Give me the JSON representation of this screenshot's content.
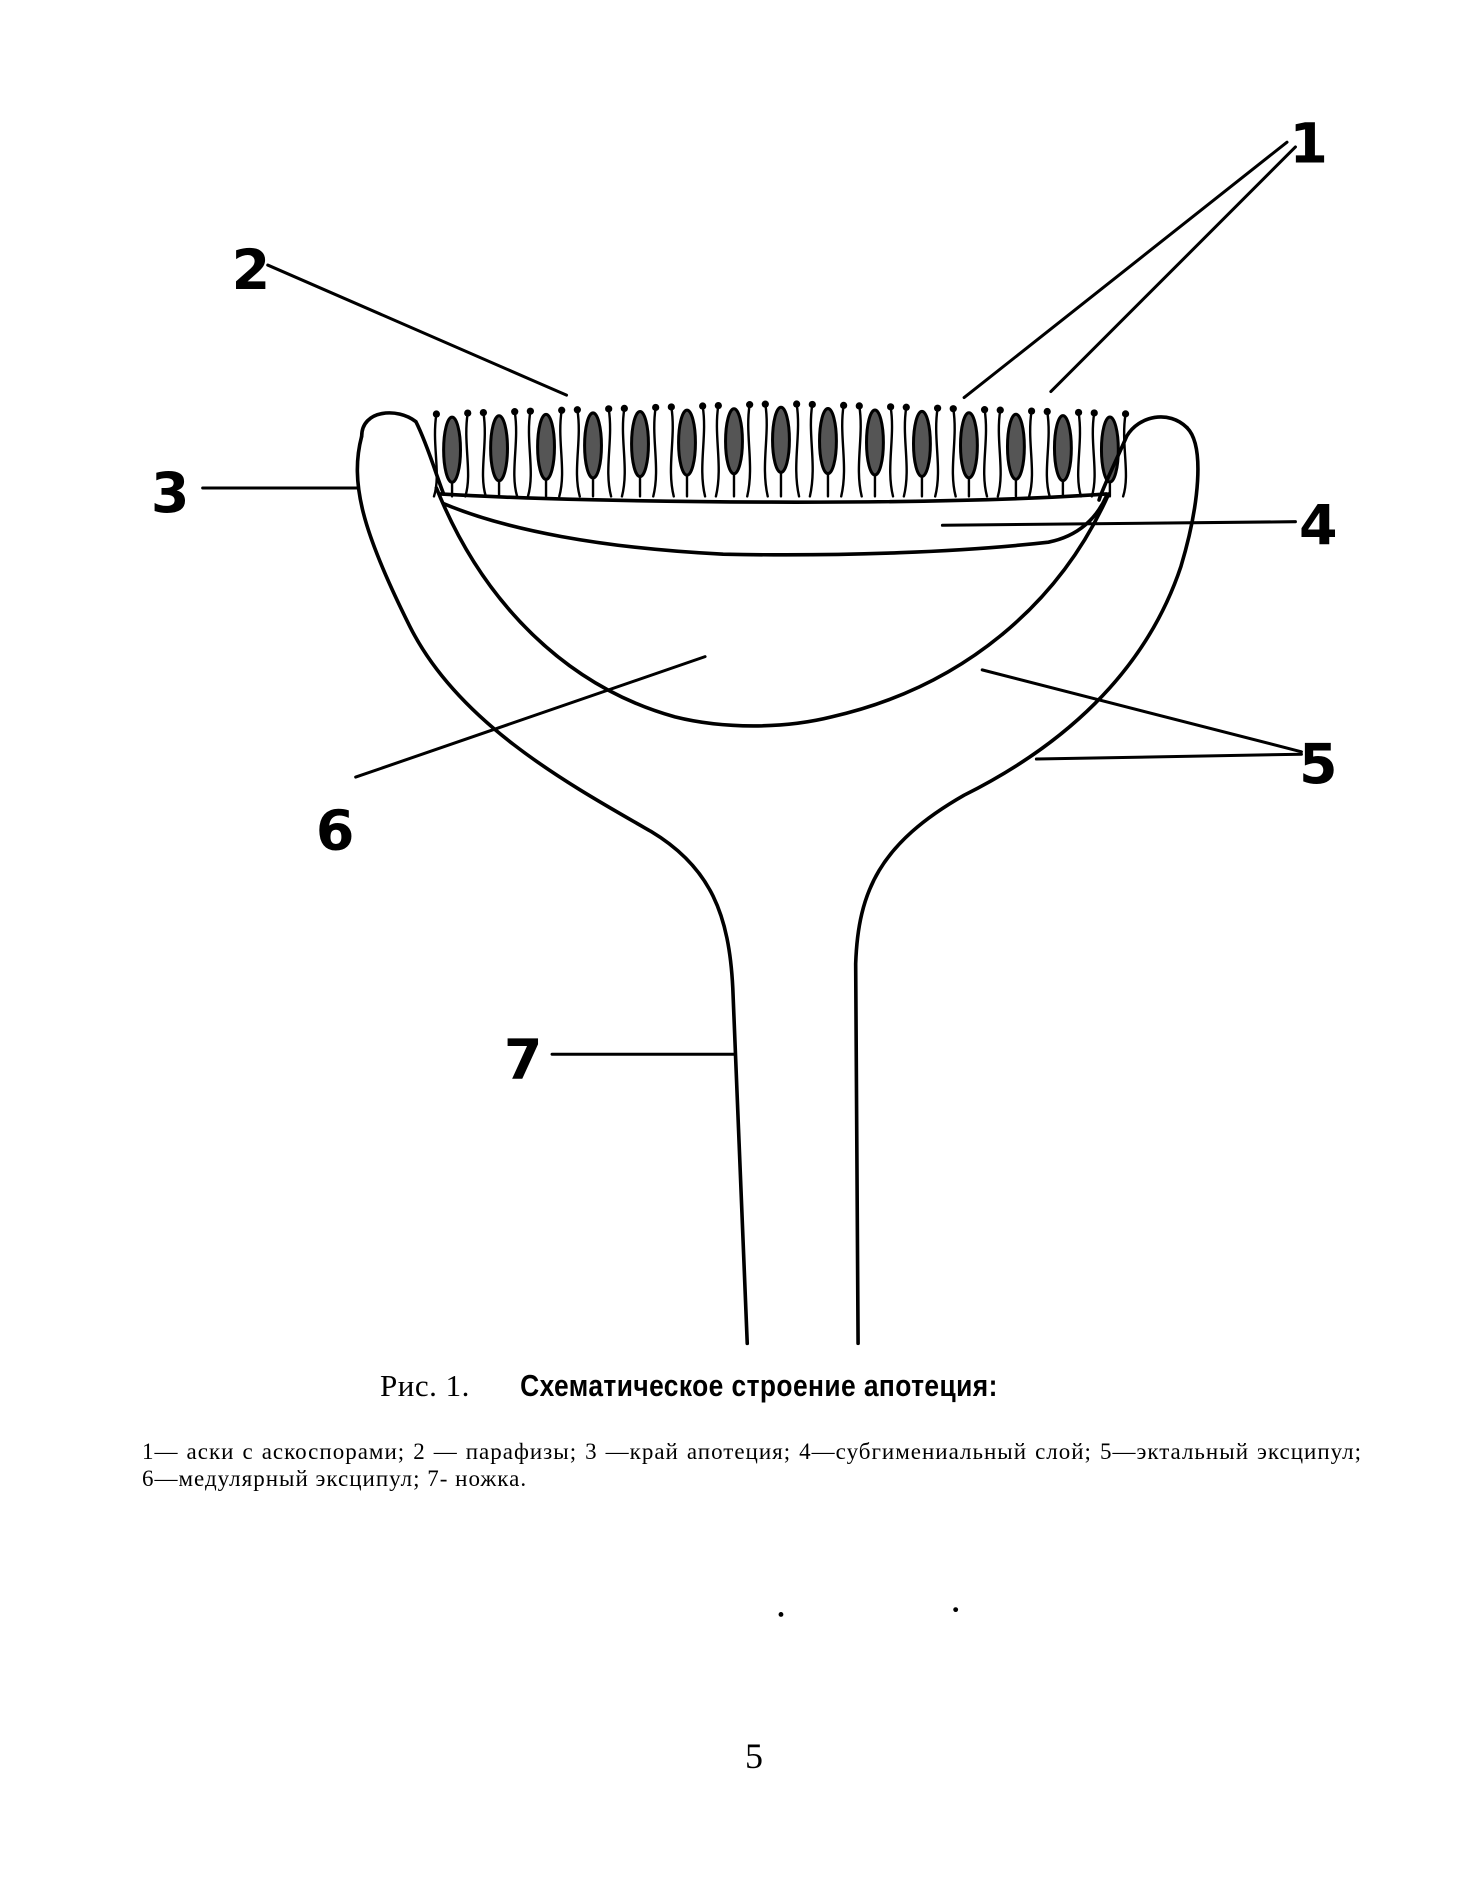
{
  "figure": {
    "labels": [
      "1",
      "2",
      "3",
      "4",
      "5",
      "6",
      "7"
    ]
  },
  "caption": {
    "prefix": "Рис. 1.",
    "title": "Схематическое строение апотеция:",
    "legend": "1— аски с аскоспорами; 2 — парафизы; 3 —край апотеция; 4—субгимениальный слой; 5—эктальный эксципул; 6—медулярный эксципул; 7- ножка."
  },
  "page_number": "5"
}
